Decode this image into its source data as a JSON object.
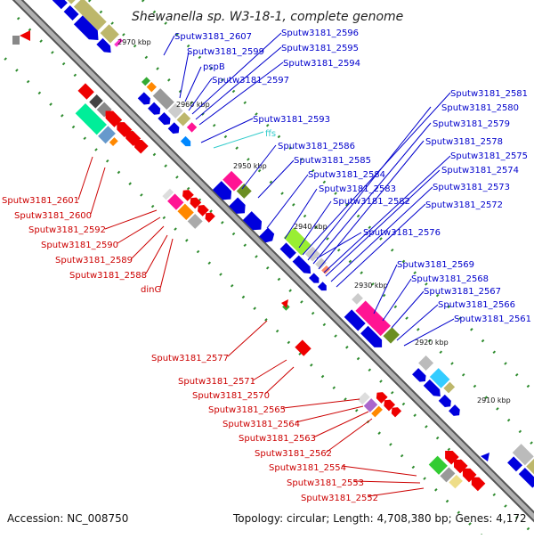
{
  "title": "Shewanella sp. W3-18-1, complete genome",
  "accession": "Accession: NC_008750",
  "summary": "Topology: circular; Length: 4,708,380 bp; Genes: 4,172",
  "colors": {
    "plus_labels": "#0000cc",
    "minus_labels": "#cc0000",
    "rna_label": "#33cccc",
    "backbone": "#8c8c8c",
    "tick_dots": "#2e8b2e"
  },
  "kbp_marks": [
    "2970 kbp",
    "2960 kbp",
    "2950 kbp",
    "2940 kbp",
    "2930 kbp",
    "2920 kbp",
    "2910 kbp"
  ],
  "plus_labels": [
    "Sputw3181_2607",
    "Sputw3181_2599",
    "pspB",
    "Sputw3181_2597",
    "Sputw3181_2596",
    "Sputw3181_2595",
    "Sputw3181_2594",
    "Sputw3181_2593",
    "ffs",
    "Sputw3181_2586",
    "Sputw3181_2585",
    "Sputw3181_2584",
    "Sputw3181_2583",
    "Sputw3181_2582",
    "Sputw3181_2576",
    "Sputw3181_2581",
    "Sputw3181_2580",
    "Sputw3181_2579",
    "Sputw3181_2578",
    "Sputw3181_2575",
    "Sputw3181_2574",
    "Sputw3181_2573",
    "Sputw3181_2572",
    "Sputw3181_2569",
    "Sputw3181_2568",
    "Sputw3181_2567",
    "Sputw3181_2566",
    "Sputw3181_2561"
  ],
  "minus_labels": [
    "Sputw3181_2601",
    "Sputw3181_2600",
    "Sputw3181_2592",
    "Sputw3181_2590",
    "Sputw3181_2589",
    "Sputw3181_2588",
    "dinG",
    "Sputw3181_2577",
    "Sputw3181_2571",
    "Sputw3181_2570",
    "Sputw3181_2565",
    "Sputw3181_2564",
    "Sputw3181_2563",
    "Sputw3181_2562",
    "Sputw3181_2554",
    "Sputw3181_2553",
    "Sputw3181_2552"
  ]
}
